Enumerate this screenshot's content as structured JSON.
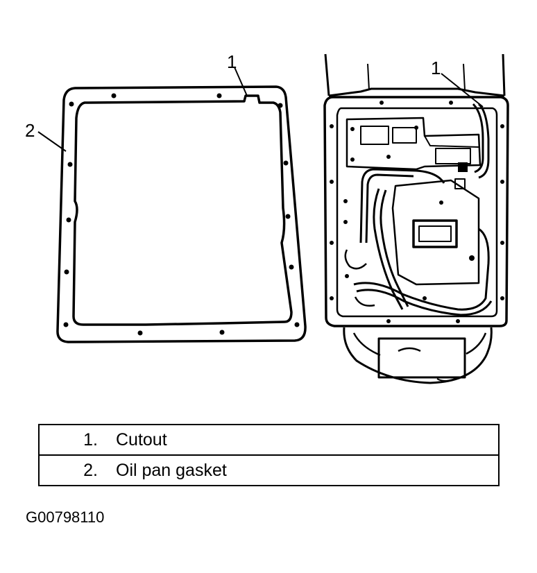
{
  "callouts": {
    "gasket_label": "2",
    "cutout_label_left": "1",
    "cutout_label_right": "1"
  },
  "legend": [
    {
      "number": "1.",
      "text": "Cutout"
    },
    {
      "number": "2.",
      "text": "Oil pan gasket"
    }
  ],
  "figure_id": "G00798110"
}
